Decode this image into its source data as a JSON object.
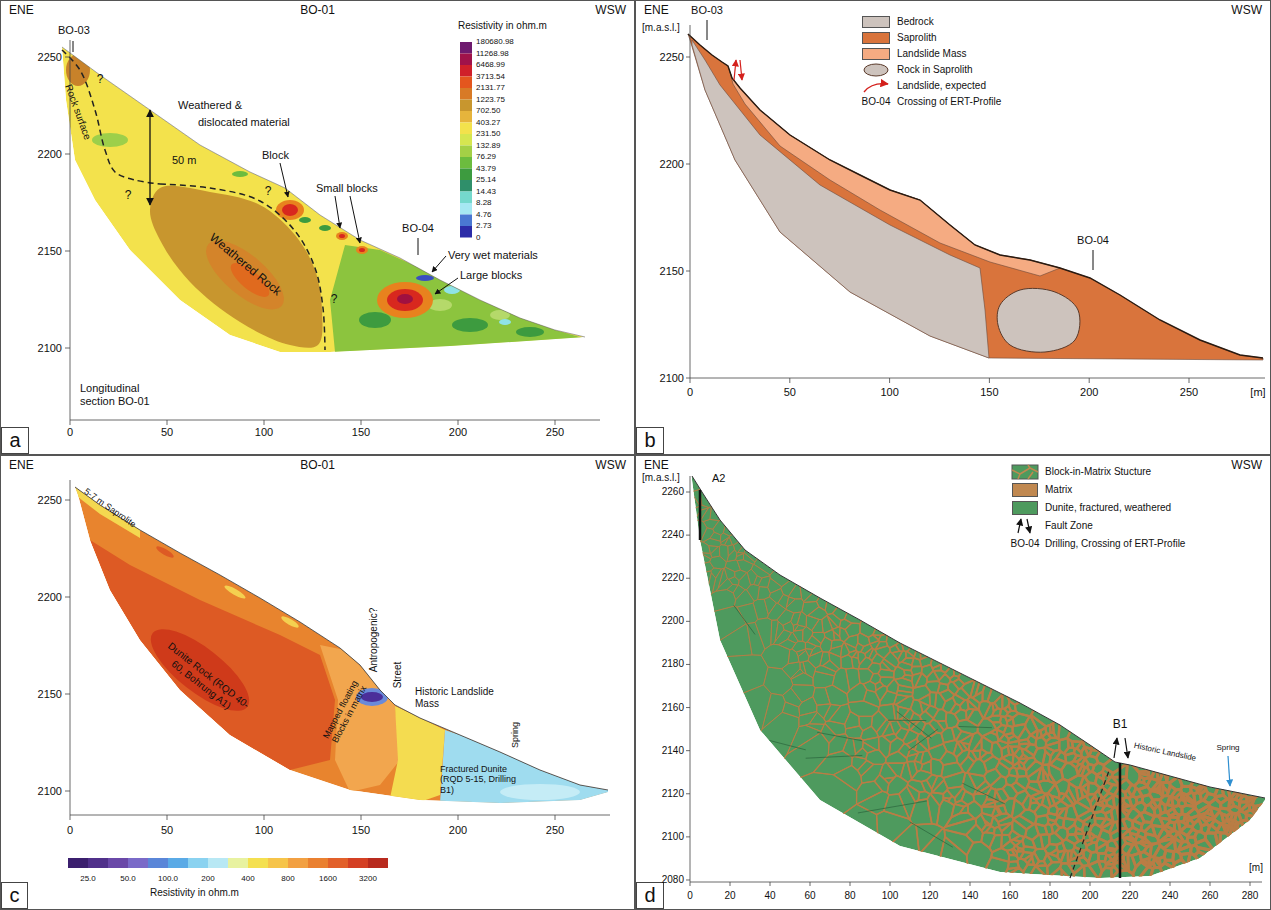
{
  "diagram": {
    "nodes": [
      {
        "text": [
          "ENE",
          "BO-01",
          "WSW"
        ]
      },
      {
        "text": [
          "a"
        ],
        "in": 0
      },
      {
        "text": [
          "ENE",
          "WSW"
        ]
      },
      {
        "text": [
          "b"
        ],
        "in": 2
      },
      {
        "text": [
          "ENE",
          "BO-01",
          "WSW"
        ]
      },
      {
        "text": [
          "c"
        ],
        "in": 4
      },
      {
        "text": [
          "ENE",
          "WSW"
        ]
      },
      {
        "text": [
          "d"
        ],
        "in": 6
      }
    ],
    "labels": [
      "BO-03",
      "Rock surface",
      "50 m",
      "Weathered &",
      "dislocated material",
      "Block",
      "Small blocks",
      "BO-04",
      "Very wet materials",
      "Large blocks",
      "Weathered Rock",
      "?",
      "?",
      "?",
      "?",
      "Longitudinal section BO-01",
      "Resistivity in ohm.m",
      "180680.98",
      "11268.98",
      "6468.99",
      "3713.54",
      "2131.77",
      "1223.75",
      "702.50",
      "403.27",
      "231.50",
      "132.89",
      "76.29",
      "43.79",
      "25.14",
      "14.43",
      "8.28",
      "4.76",
      "2.73",
      "0",
      "2250",
      "2200",
      "2150",
      "2100",
      "0",
      "50",
      "100",
      "150",
      "200",
      "250",
      "[m.a.s.l.]",
      "BO-03",
      "BO-04",
      "2250",
      "2200",
      "2150",
      "2100",
      "0",
      "50",
      "100",
      "150",
      "200",
      "250",
      "[m]",
      "BO-04",
      "5-7 m Saprolite",
      "Dunite Rock (RQD 40-60, Bohrung A1)",
      "Mapped floating Blocks in matrix",
      "Antropogenic?",
      "Street",
      "Historic Landslide Mass",
      "Fractured Dunite (RQD 5-15, Drilling B1)",
      "Spring",
      "2250",
      "2200",
      "2150",
      "2100",
      "0",
      "50",
      "100",
      "150",
      "200",
      "250",
      "Resistivity in ohm.m",
      "25.0",
      "50.0",
      "100.0",
      "200",
      "400",
      "800",
      "1600",
      "3200",
      "[m.a.s.l.]",
      "A2",
      "B1",
      "Historic Landslide",
      "Spring",
      "2260",
      "2240",
      "2220",
      "2200",
      "2180",
      "2160",
      "2140",
      "2120",
      "2100",
      "2080",
      "0",
      "20",
      "40",
      "60",
      "80",
      "100",
      "120",
      "140",
      "160",
      "180",
      "200",
      "220",
      "240",
      "260",
      "280",
      "[m]",
      "BO-04"
    ],
    "legend": [
      {
        "text": "Bedrock",
        "color": "#cdc3bd"
      },
      {
        "text": "Saprolith",
        "color": "#d9743c"
      },
      {
        "text": "Landslide Mass",
        "color": "#f5ab82"
      },
      {
        "text": "Rock in Saprolith"
      },
      {
        "text": "Landslide, expected"
      },
      {
        "text": "Crossing of ERT-Profile"
      },
      {
        "text": "Block-in-Matrix Stucture"
      },
      {
        "text": "Matrix",
        "color": "#c08850"
      },
      {
        "text": "Dunite, fractured, weathered",
        "color": "#4e9a5e"
      },
      {
        "text": "Fault Zone"
      },
      {
        "text": "Drilling, Crossing of ERT-Profile"
      }
    ]
  }
}
